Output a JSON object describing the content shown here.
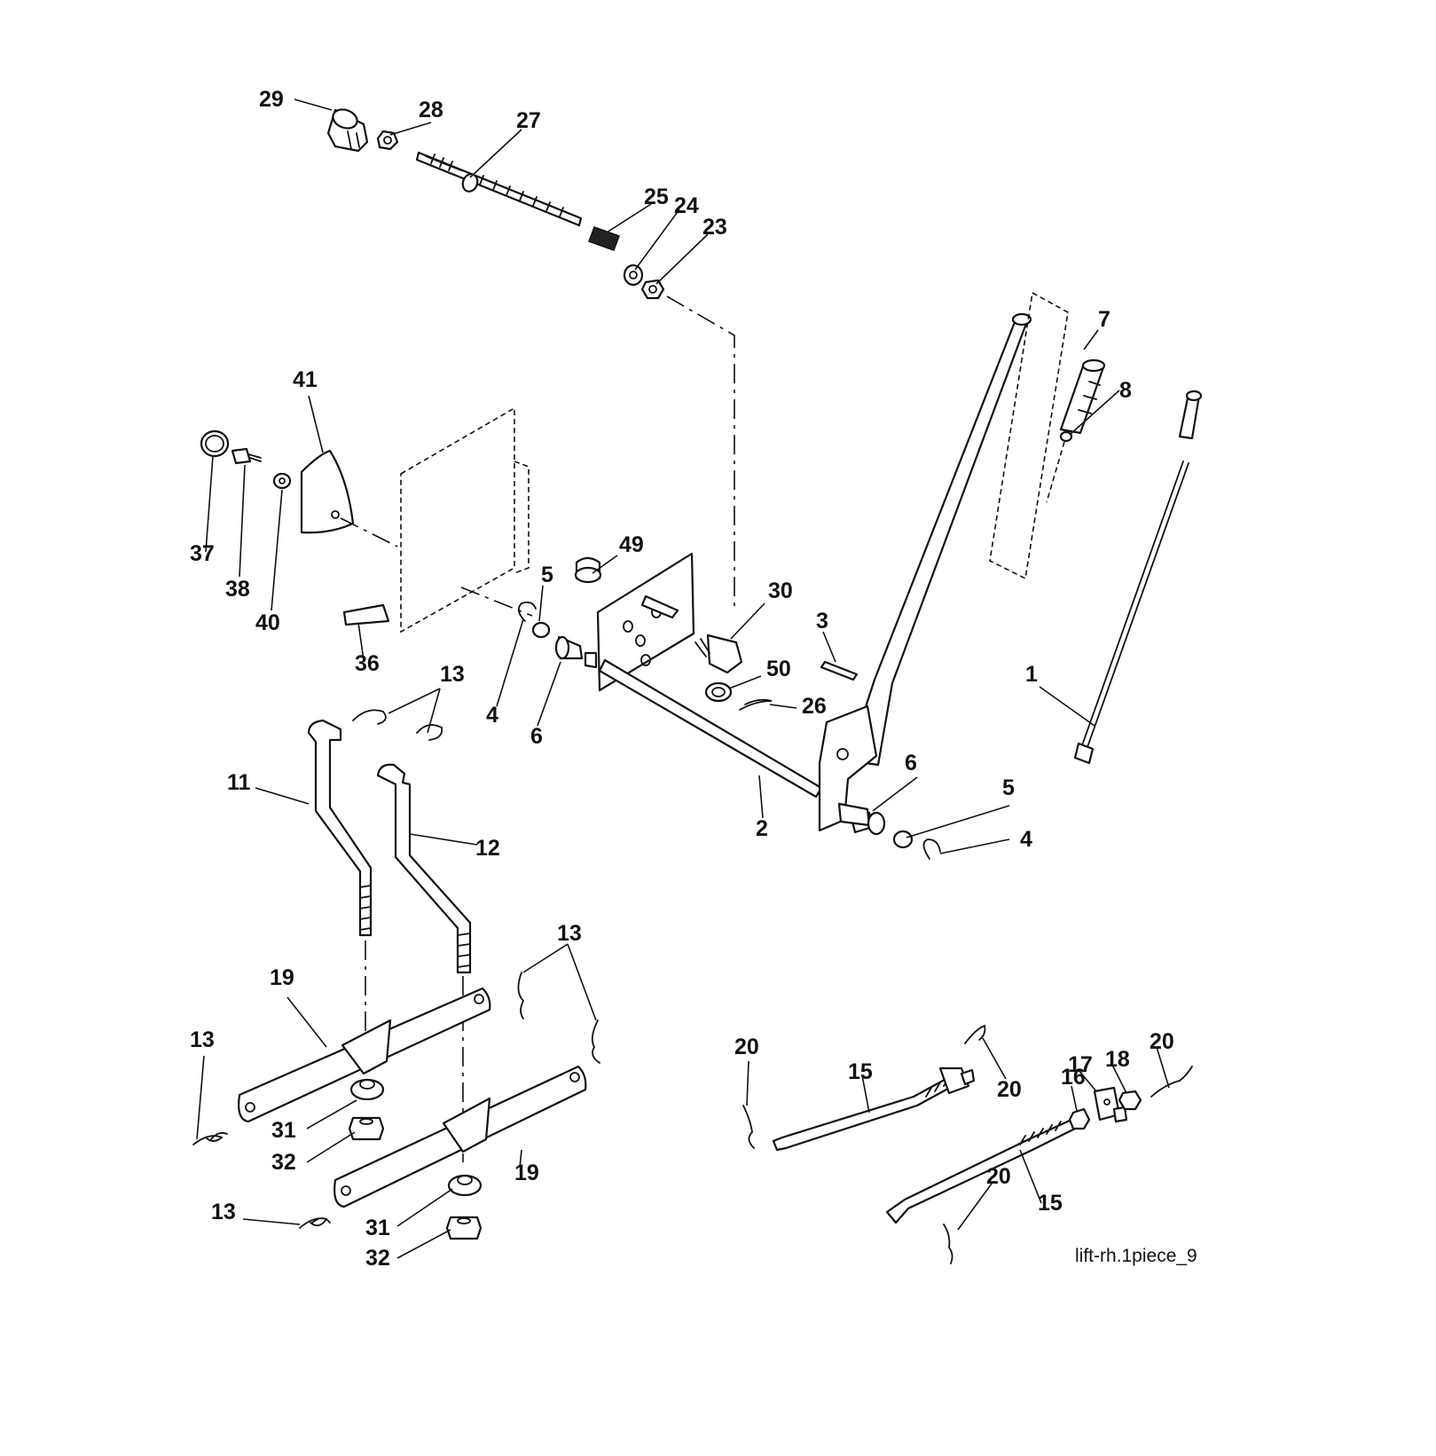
{
  "callouts": {
    "c29": "29",
    "c28": "28",
    "c27": "27",
    "c25": "25",
    "c24": "24",
    "c23": "23",
    "c7": "7",
    "c8": "8",
    "c41": "41",
    "c37": "37",
    "c38": "38",
    "c40": "40",
    "c49": "49",
    "c30": "30",
    "c5a": "5",
    "c36": "36",
    "c4a": "4",
    "c6a": "6",
    "c3": "3",
    "c50": "50",
    "c26": "26",
    "c1": "1",
    "c13a": "13",
    "c11": "11",
    "c12": "12",
    "c2": "2",
    "c6b": "6",
    "c5b": "5",
    "c4b": "4",
    "c13b": "13",
    "c19a": "19",
    "c13c": "13",
    "c31a": "31",
    "c32a": "32",
    "c19b": "19",
    "c13d": "13",
    "c31b": "31",
    "c32b": "32",
    "c20a": "20",
    "c15a": "15",
    "c20b": "20",
    "c17": "17",
    "c18": "18",
    "c20c": "20",
    "c16": "16",
    "c20d": "20",
    "c15b": "15"
  },
  "caption": "lift-rh.1piece_9"
}
